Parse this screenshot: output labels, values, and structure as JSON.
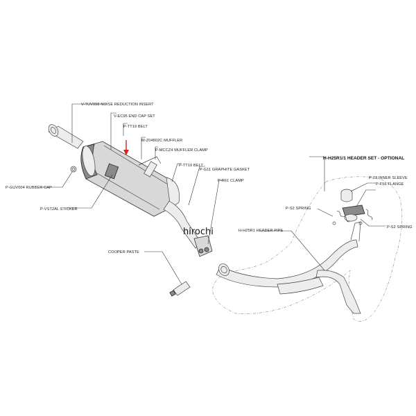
{
  "labels": {
    "noise_insert": "V-TUV098  NOISE REDUCTION INSERT",
    "end_cap": "V-EC95  END CAP SET",
    "belt_1": "P-TT19  BELT",
    "muffler": "M-Z04802C  MUFFLER",
    "muffler_clamp": "P-MCCZ4  MUFFLER CLAMP",
    "belt_2": "P-TT19  BELT",
    "gasket": "P-G11  GRAPHITE GASKET",
    "clamp": "P-R61  CLAMP",
    "rubber_cap": "P-GUV004  RUBBER CAP",
    "sticker": "P-VST2AL  STICKER",
    "header_set": "H-H25R1/1  HEADER SET - OPTIONAL",
    "inner_sleeve": "P-23  INNER SLEEVE",
    "flange": "P-F56  FLANGE",
    "spring_left": "P-S2  SPRING",
    "spring_right": "P-S2  SPRING",
    "header_pipe": "H-H25R1  HEADER PIPE",
    "cooper_paste": "COOPER PASTE"
  },
  "watermark": "hirochi",
  "colors": {
    "arrow": "#d62020",
    "line": "#333333"
  }
}
